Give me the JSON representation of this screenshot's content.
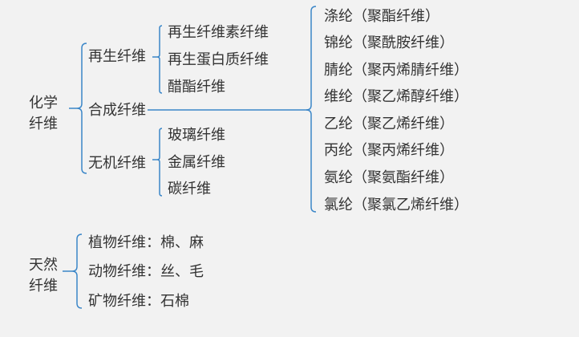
{
  "colors": {
    "background": "#f2f2f2",
    "text": "#333333",
    "connector": "#3a86c8"
  },
  "chemical_fiber": {
    "root": [
      "化学",
      "纤维"
    ],
    "branches": {
      "regenerated": {
        "label": "再生纤维",
        "items": [
          "再生纤维素纤维",
          "再生蛋白质纤维",
          "醋酯纤维"
        ]
      },
      "synthetic": {
        "label": "合成纤维",
        "items": [
          "涤纶（聚酯纤维）",
          "锦纶（聚酰胺纤维）",
          "腈纶（聚丙烯腈纤维）",
          "维纶（聚乙烯醇纤维）",
          "乙纶（聚乙烯纤维）",
          "丙纶（聚丙烯纤维）",
          "氨纶（聚氨酯纤维）",
          "氯纶（聚氯乙烯纤维）"
        ]
      },
      "inorganic": {
        "label": "无机纤维",
        "items": [
          "玻璃纤维",
          "金属纤维",
          "碳纤维"
        ]
      }
    }
  },
  "natural_fiber": {
    "root": [
      "天然",
      "纤维"
    ],
    "items": [
      "植物纤维：棉、麻",
      "动物纤维：丝、毛",
      "矿物纤维：石棉"
    ]
  }
}
